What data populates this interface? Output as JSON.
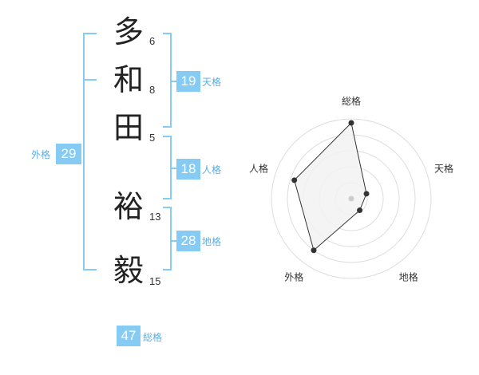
{
  "name": {
    "chars": [
      {
        "char": "多",
        "strokes": "6"
      },
      {
        "char": "和",
        "strokes": "8"
      },
      {
        "char": "田",
        "strokes": "5"
      },
      {
        "char": "裕",
        "strokes": "13"
      },
      {
        "char": "毅",
        "strokes": "15"
      }
    ]
  },
  "kakusu": {
    "tenkaku": {
      "value": "19",
      "label": "天格"
    },
    "jinkaku": {
      "value": "18",
      "label": "人格"
    },
    "chikaku": {
      "value": "28",
      "label": "地格"
    },
    "gaikaku": {
      "value": "29",
      "label": "外格"
    },
    "soukaku": {
      "value": "47",
      "label": "総格"
    }
  },
  "chart_data": {
    "type": "radar",
    "axes": [
      "総格",
      "天格",
      "地格",
      "外格",
      "人格"
    ],
    "values": [
      0.95,
      0.2,
      0.18,
      0.8,
      0.75
    ],
    "rings": 5,
    "colors": {
      "fill": "#f2f2f2",
      "line": "#333333",
      "point": "#333333",
      "ring": "#dddddd",
      "center": "#cccccc"
    }
  },
  "colors": {
    "badge": "#86cbf3",
    "label": "#5aaee6"
  }
}
